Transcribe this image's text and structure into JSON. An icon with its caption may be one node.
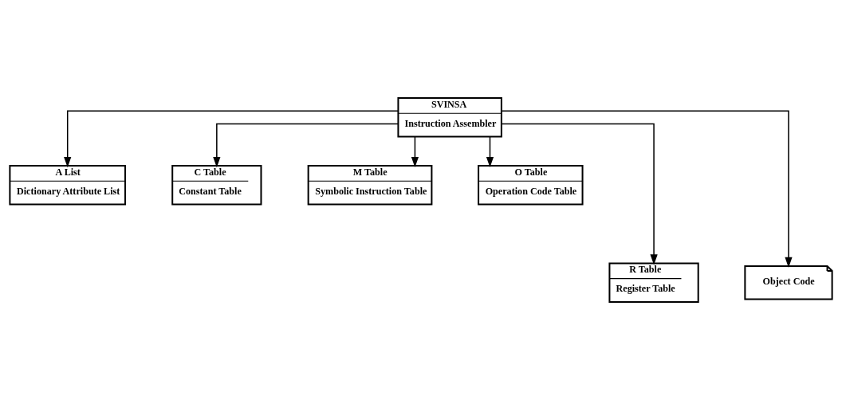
{
  "diagram": {
    "nodes": [
      {
        "text": [
          "SVINSA",
          "Instruction Assembler"
        ]
      },
      {
        "text": [
          "A List",
          "Dictionary Attribute List"
        ]
      },
      {
        "text": [
          "C Table",
          "Constant Table"
        ]
      },
      {
        "text": [
          "M Table",
          "Symbolic Instruction Table"
        ]
      },
      {
        "text": [
          "O Table",
          "Operation Code Table"
        ]
      },
      {
        "text": [
          "R Table",
          "Register Table"
        ]
      },
      {
        "text": [
          "Object Code"
        ]
      }
    ],
    "edges": [
      {
        "from": 0,
        "to": 1,
        "arrow": "to"
      },
      {
        "from": 0,
        "to": 2,
        "arrow": "to"
      },
      {
        "from": 0,
        "to": 3,
        "arrow": "to"
      },
      {
        "from": 0,
        "to": 4,
        "arrow": "to"
      },
      {
        "from": 0,
        "to": 5,
        "arrow": "to"
      },
      {
        "from": 0,
        "to": 6,
        "arrow": "to"
      }
    ]
  }
}
